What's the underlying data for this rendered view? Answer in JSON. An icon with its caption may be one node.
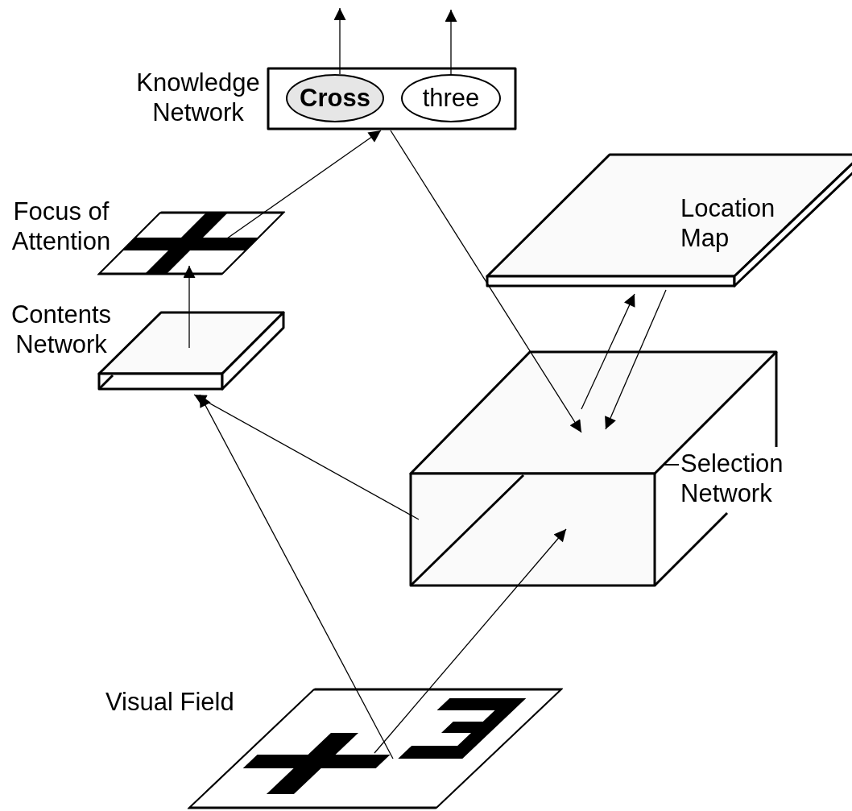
{
  "diagram": {
    "nodes": [
      {
        "text": [
          "Knowledge Network"
        ]
      },
      {
        "text": [
          "Cross"
        ],
        "in": 0
      },
      {
        "text": [
          "three"
        ],
        "in": 0
      },
      {
        "text": [
          "Focus of Attention"
        ]
      },
      {
        "text": [
          "Contents Network"
        ]
      },
      {
        "text": [
          "Location Map"
        ]
      },
      {
        "text": [
          "Selection Network"
        ]
      },
      {
        "text": [
          "Visual Field"
        ]
      }
    ],
    "edges": [
      {
        "from": 1,
        "to": null,
        "arrow": "to"
      },
      {
        "from": 2,
        "to": null,
        "arrow": "to"
      },
      {
        "from": 3,
        "to": 0,
        "arrow": "to"
      },
      {
        "from": 0,
        "to": 6,
        "arrow": "to"
      },
      {
        "from": 6,
        "to": 5,
        "arrow": "to"
      },
      {
        "from": 5,
        "to": 6,
        "arrow": "to"
      },
      {
        "from": 4,
        "to": 3,
        "arrow": "to"
      },
      {
        "from": 6,
        "to": 4,
        "arrow": "to"
      },
      {
        "from": 7,
        "to": 4,
        "arrow": "to"
      },
      {
        "from": 7,
        "to": 6,
        "arrow": "to"
      }
    ]
  }
}
